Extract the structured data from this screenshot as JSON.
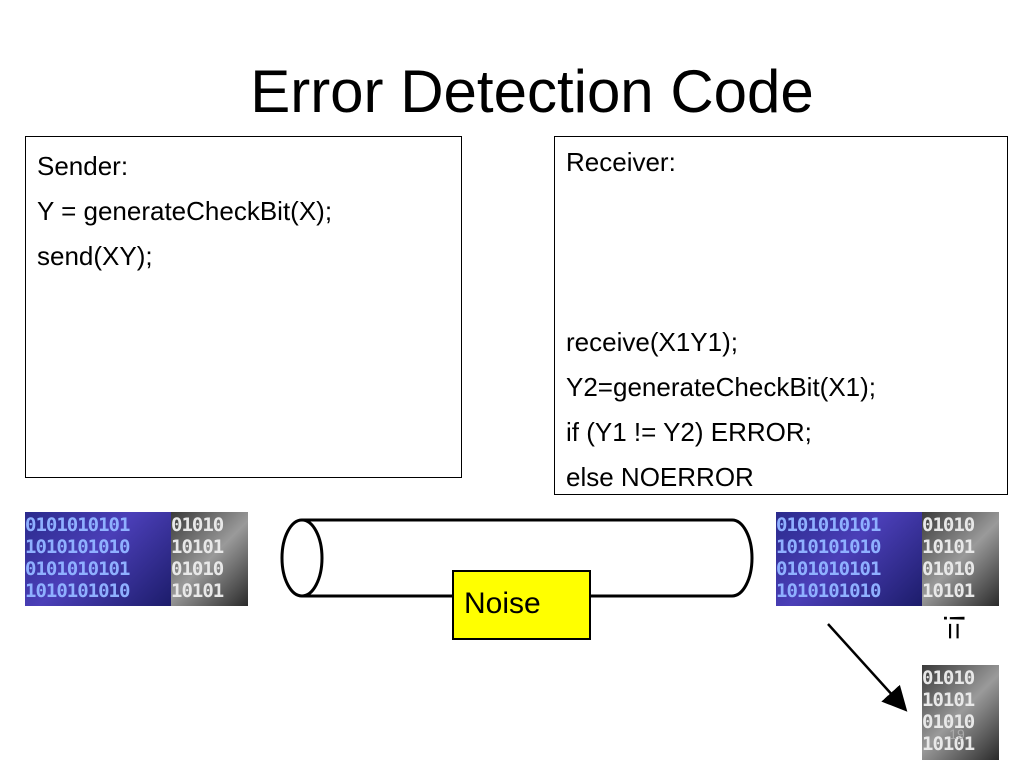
{
  "slide": {
    "title": "Error Detection Code",
    "page_number": "19"
  },
  "sender": {
    "lines": [
      "Sender:",
      "Y = generateCheckBit(X);",
      "send(XY);"
    ]
  },
  "receiver": {
    "header": "Receiver:",
    "lines": [
      "receive(X1Y1);",
      "Y2=generateCheckBit(X1);",
      "if (Y1 != Y2) ERROR;",
      "else NOERROR"
    ]
  },
  "channel": {
    "noise_label": "Noise",
    "noise_color": "#ffff00"
  },
  "comparison": {
    "symbol": "!="
  },
  "icons": {
    "data_image": "binary-data-image",
    "pipe": "pipe-channel-icon",
    "arrow": "arrow-icon"
  }
}
